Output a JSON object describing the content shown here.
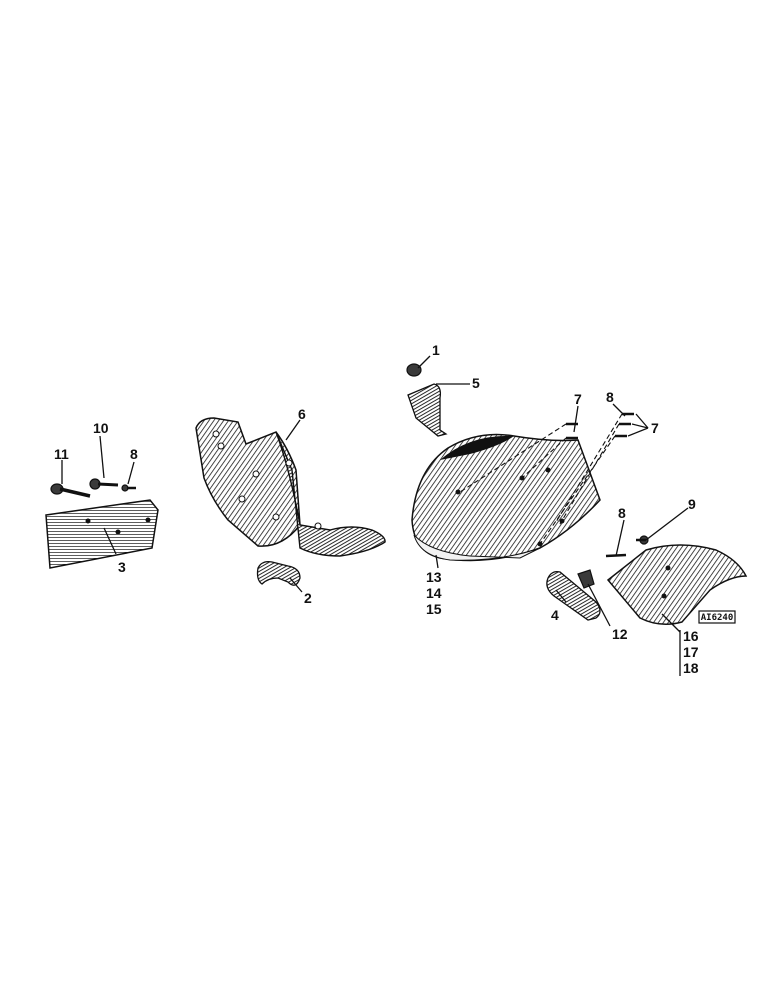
{
  "diagram": {
    "plate_code": "AI6240",
    "callouts": {
      "c1": "1",
      "c2": "2",
      "c3": "3",
      "c4": "4",
      "c5": "5",
      "c6": "6",
      "c7a": "7",
      "c7b": "7",
      "c8a": "8",
      "c8b": "8",
      "c8c": "8",
      "c9": "9",
      "c10": "10",
      "c11": "11",
      "c12": "12",
      "c13": "13",
      "c14": "14",
      "c15": "15",
      "c16": "16",
      "c17": "17",
      "c18": "18"
    }
  }
}
